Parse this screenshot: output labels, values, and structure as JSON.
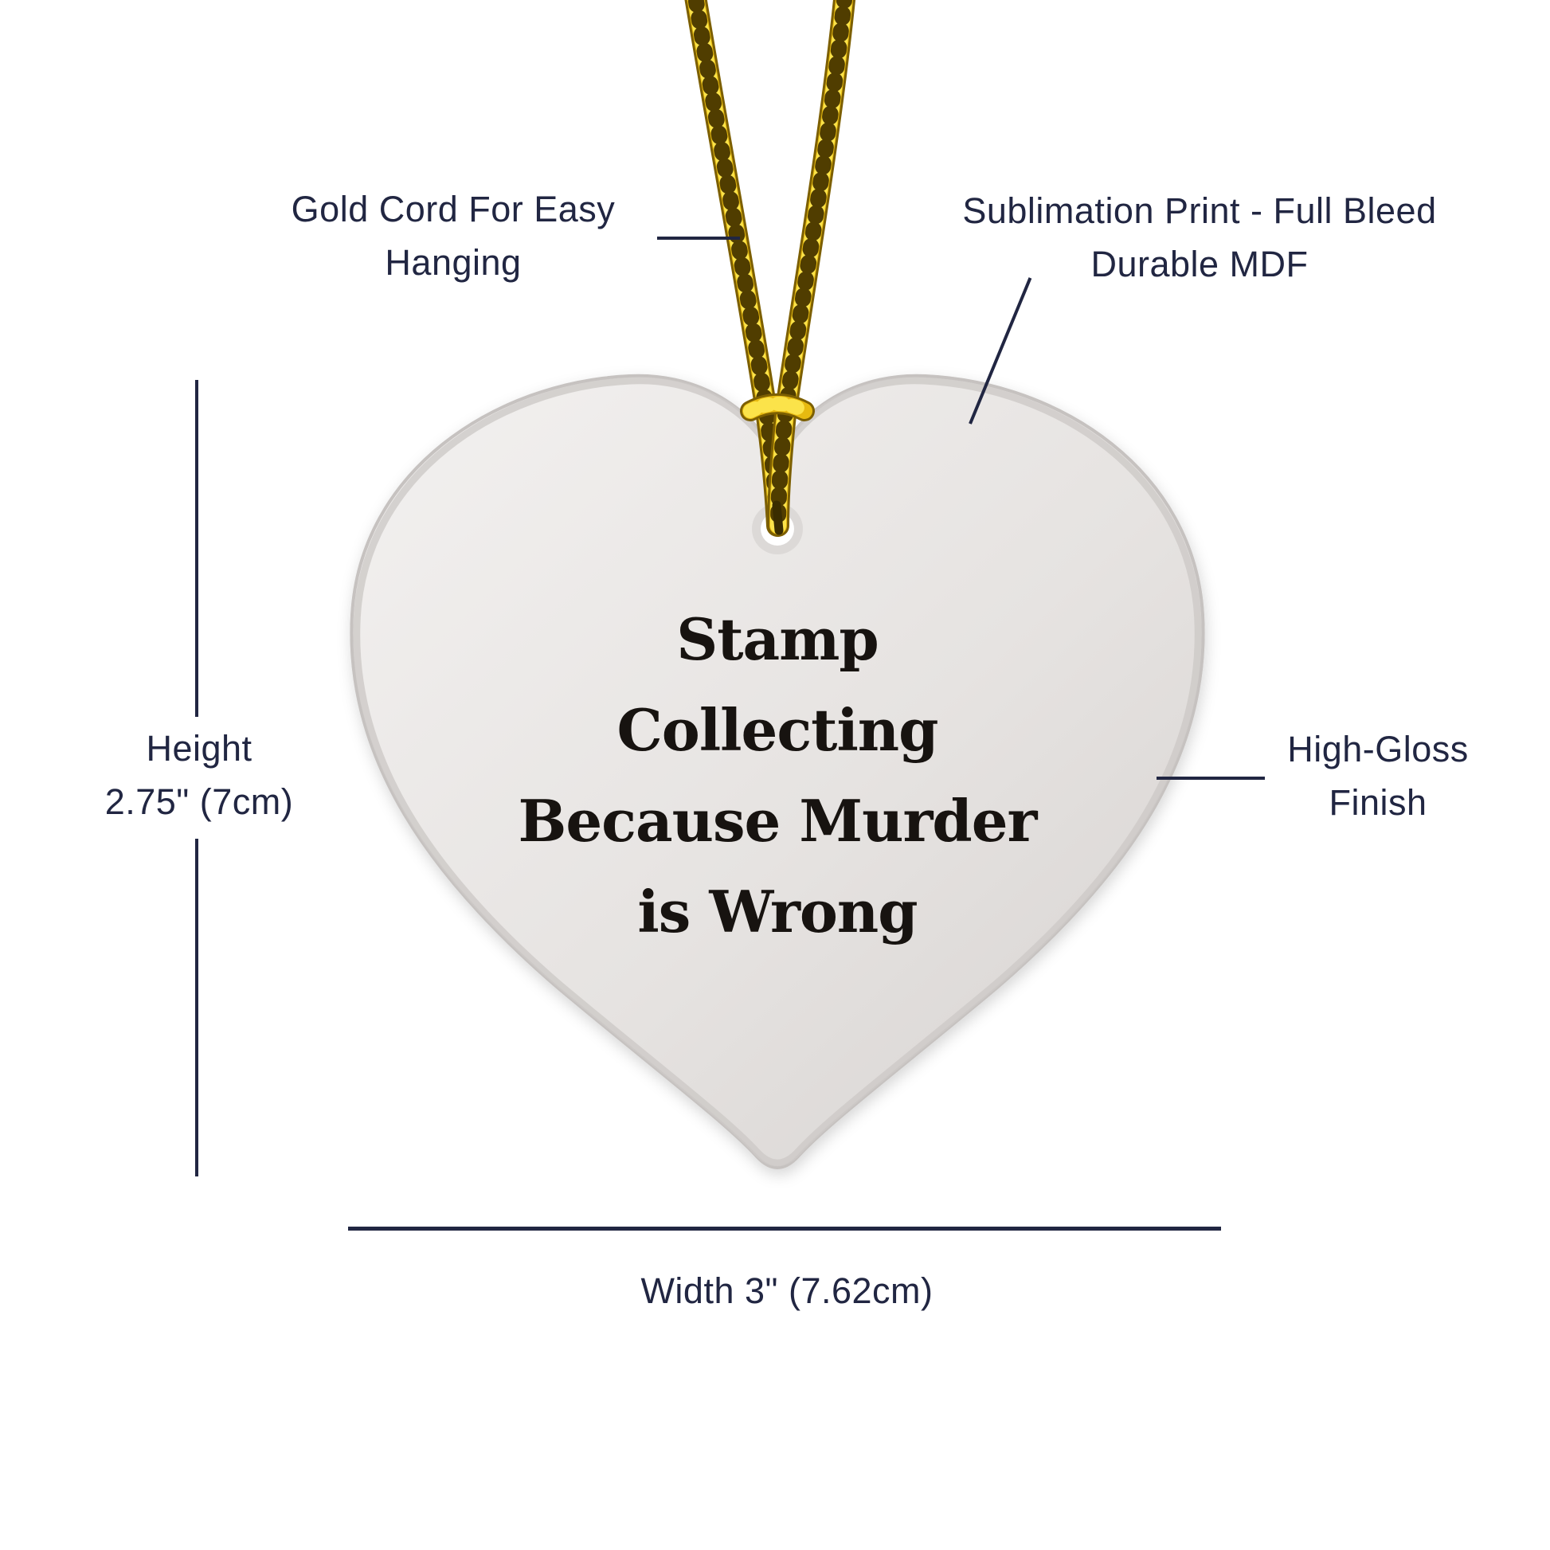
{
  "image": {
    "kind": "annotated product diagram",
    "background": "#ffffff"
  },
  "ornament": {
    "shape": "heart",
    "quote_lines": [
      "Stamp",
      "Collecting",
      "Because Murder",
      "is Wrong"
    ]
  },
  "callouts": {
    "cord": {
      "line1": "Gold Cord For Easy",
      "line2": "Hanging"
    },
    "print": {
      "line1": "Sublimation Print - Full Bleed",
      "line2": "Durable MDF"
    },
    "gloss": {
      "line1": "High-Gloss",
      "line2": "Finish"
    }
  },
  "dimensions": {
    "height": {
      "line1": "Height",
      "line2": "2.75\" (7cm)"
    },
    "width": {
      "label": "Width 3\" (7.62cm)"
    }
  },
  "colors": {
    "background": "#ffffff",
    "label_navy": "#212642",
    "quote_text": "#171310",
    "heart_fill_light": "#f1efee",
    "heart_fill_dark": "#d9d5d3",
    "heart_edge": "#c6c2c0",
    "hole_ring": "#dcd9d7",
    "cord_gold": "#e7ba10",
    "cord_gold_bright": "#fbe34a",
    "cord_gold_dark": "#7c5f02"
  }
}
